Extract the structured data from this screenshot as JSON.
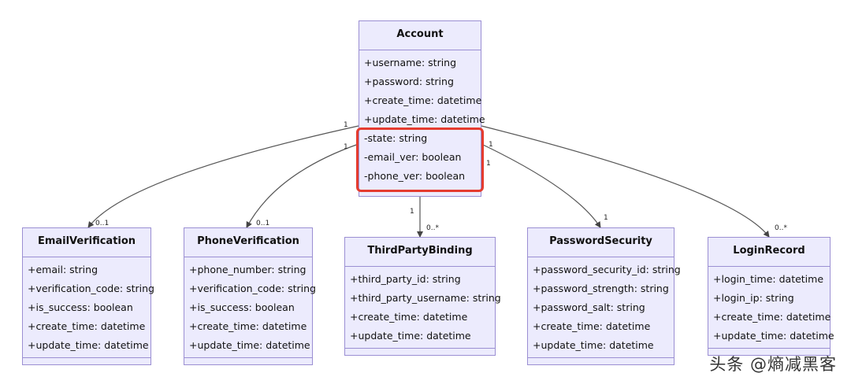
{
  "classes": [
    {
      "id": "account",
      "name": "Account",
      "attributes": [
        "+username: string",
        "+password: string",
        "+create_time: datetime",
        "+update_time: datetime",
        "-state: string",
        "-email_ver: boolean",
        "-phone_ver: boolean"
      ]
    },
    {
      "id": "email",
      "name": "EmailVerification",
      "attributes": [
        "+email: string",
        "+verification_code: string",
        "+is_success: boolean",
        "+create_time: datetime",
        "+update_time: datetime"
      ]
    },
    {
      "id": "phone",
      "name": "PhoneVerification",
      "attributes": [
        "+phone_number: string",
        "+verification_code: string",
        "+is_success: boolean",
        "+create_time: datetime",
        "+update_time: datetime"
      ]
    },
    {
      "id": "thirdparty",
      "name": "ThirdPartyBinding",
      "attributes": [
        "+third_party_id: string",
        "+third_party_username: string",
        "+create_time: datetime",
        "+update_time: datetime"
      ]
    },
    {
      "id": "password",
      "name": "PasswordSecurity",
      "attributes": [
        "+password_security_id: string",
        "+password_strength: string",
        "+password_salt: string",
        "+create_time: datetime",
        "+update_time: datetime"
      ]
    },
    {
      "id": "login",
      "name": "LoginRecord",
      "attributes": [
        "+login_time: datetime",
        "+login_ip: string",
        "+create_time: datetime",
        "+update_time: datetime"
      ]
    }
  ],
  "relations": [
    {
      "from": "account",
      "to": "email",
      "from_mult": "1",
      "to_mult": "0..1"
    },
    {
      "from": "account",
      "to": "phone",
      "from_mult": "1",
      "to_mult": "0..1"
    },
    {
      "from": "account",
      "to": "thirdparty",
      "from_mult": "1",
      "to_mult": "0..*"
    },
    {
      "from": "account",
      "to": "password",
      "from_mult": "1",
      "to_mult": "1"
    },
    {
      "from": "account",
      "to": "login",
      "from_mult": "1",
      "to_mult": "0..*"
    }
  ],
  "highlight_color": "#e53b2f",
  "class_fill": "#ecebfd",
  "class_border": "#9b8fd3",
  "watermark": "头条 @熵减黑客"
}
